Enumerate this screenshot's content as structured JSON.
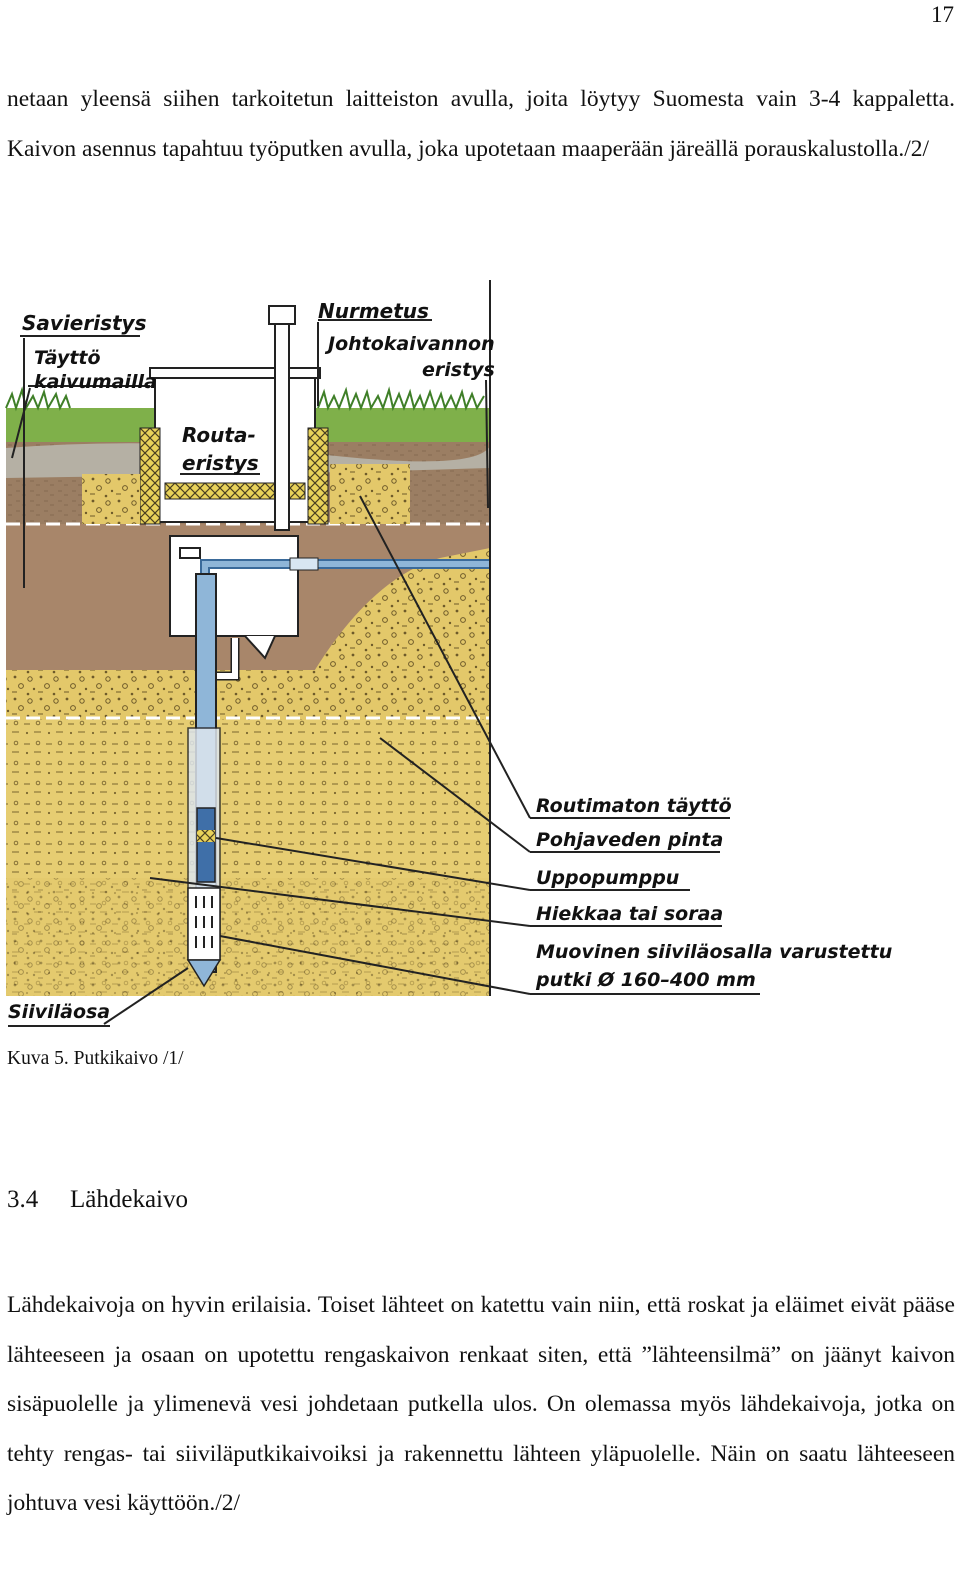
{
  "page_number": "17",
  "intro_text": "netaan yleensä siihen tarkoitetun laitteiston avulla, joita löytyy Suomesta vain 3-4 kappaletta. Kaivon asennus tapahtuu työputken avulla, joka upotetaan maaperään järeällä porauskalustolla./2/",
  "figure": {
    "labels": {
      "savieristys": "Savieristys",
      "taytto_1": "Täyttö",
      "taytto_2": "kaivumailla",
      "nurmetus": "Nurmetus",
      "johto_1": "Johtokaivannon",
      "johto_2": "eristys",
      "routa_1": "Routa-",
      "routa_2": "eristys",
      "routimaton": "Routimaton täyttö",
      "pohjavesi": "Pohjaveden pinta",
      "uppopumppu": "Uppopumppu",
      "hiekka": "Hiekkaa tai soraa",
      "muovinen_1": "Muovinen siiviläosalla varustettu",
      "muovinen_2": "putki Ø 160–400 mm",
      "siivila": "Siiviläosa"
    },
    "colors": {
      "sky": "#ffffff",
      "grass": "#7fb04a",
      "topsoil": "#9b7e63",
      "clay": "#a8866a",
      "sand": "#e3c86a",
      "gravel_dots": "#6d5a2a",
      "pipe_blue": "#8fb6d8",
      "well_box": "#ffffff"
    }
  },
  "caption": "Kuva 5. Putkikaivo /1/",
  "section": {
    "number": "3.4",
    "title": "Lähdekaivo"
  },
  "body_text": "Lähdekaivoja on hyvin erilaisia. Toiset lähteet on katettu vain niin, että roskat ja eläimet eivät pääse lähteeseen ja osaan on upotettu rengaskaivon renkaat siten, että ”lähteensilmä” on jäänyt kaivon sisäpuolelle ja ylimenevä vesi johdetaan putkella ulos. On olemassa myös lähdekaivoja, jotka on tehty rengas- tai siiviläputkikaivoiksi ja rakennettu lähteen yläpuolelle. Näin on saatu lähteeseen johtuva vesi käyttöön./2/"
}
